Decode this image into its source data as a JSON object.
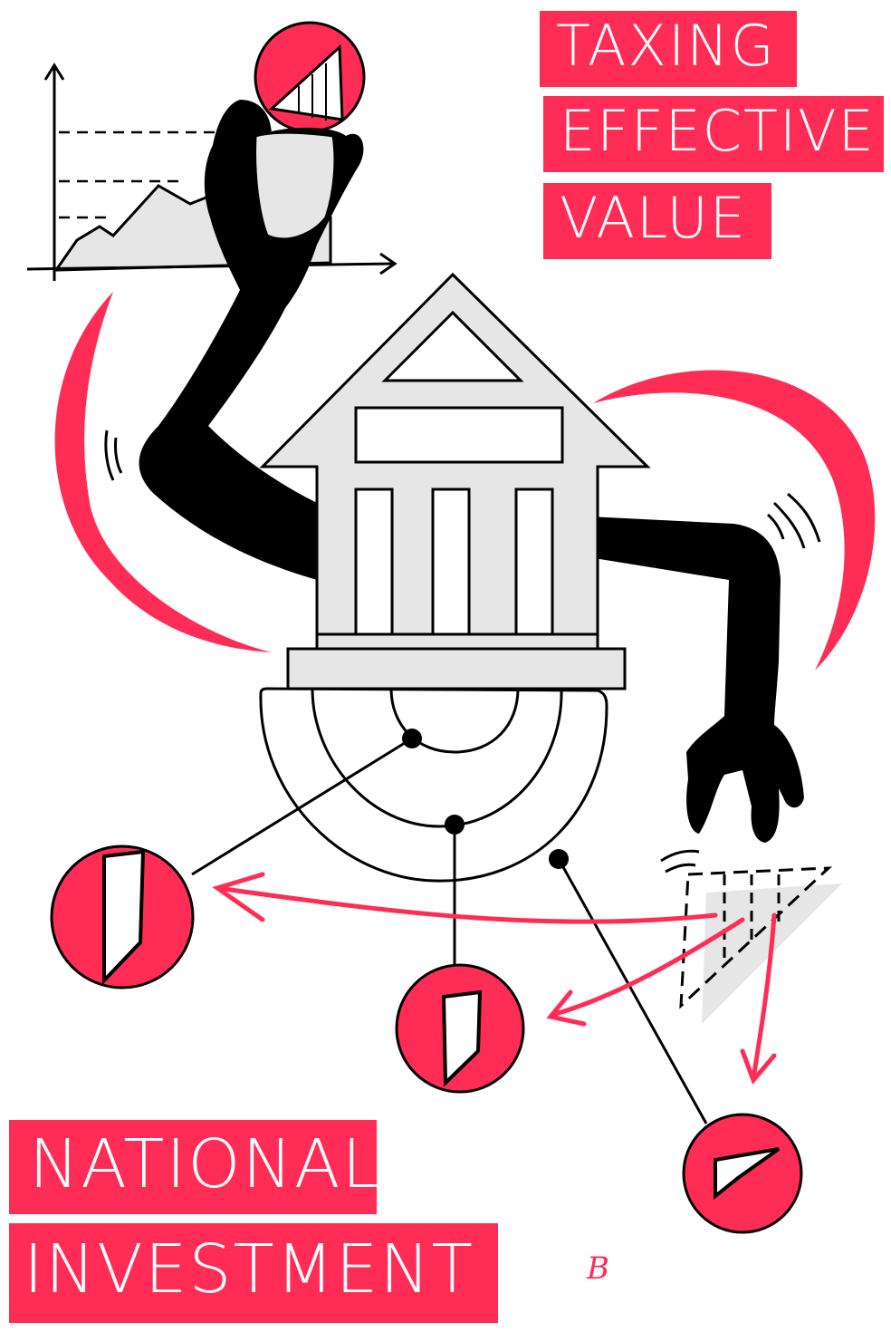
{
  "title": {
    "line1": "TAXING",
    "line2": "EFFECTIVE",
    "line3": "VALUE"
  },
  "footer": {
    "line1": "NATIONAL",
    "line2": "INVESTMENT"
  },
  "signature": "B",
  "colors": {
    "accent": "#ff2d55",
    "ink": "#000000",
    "fill_gray": "#e6e6e6",
    "text_on_accent": "#ffffff"
  }
}
